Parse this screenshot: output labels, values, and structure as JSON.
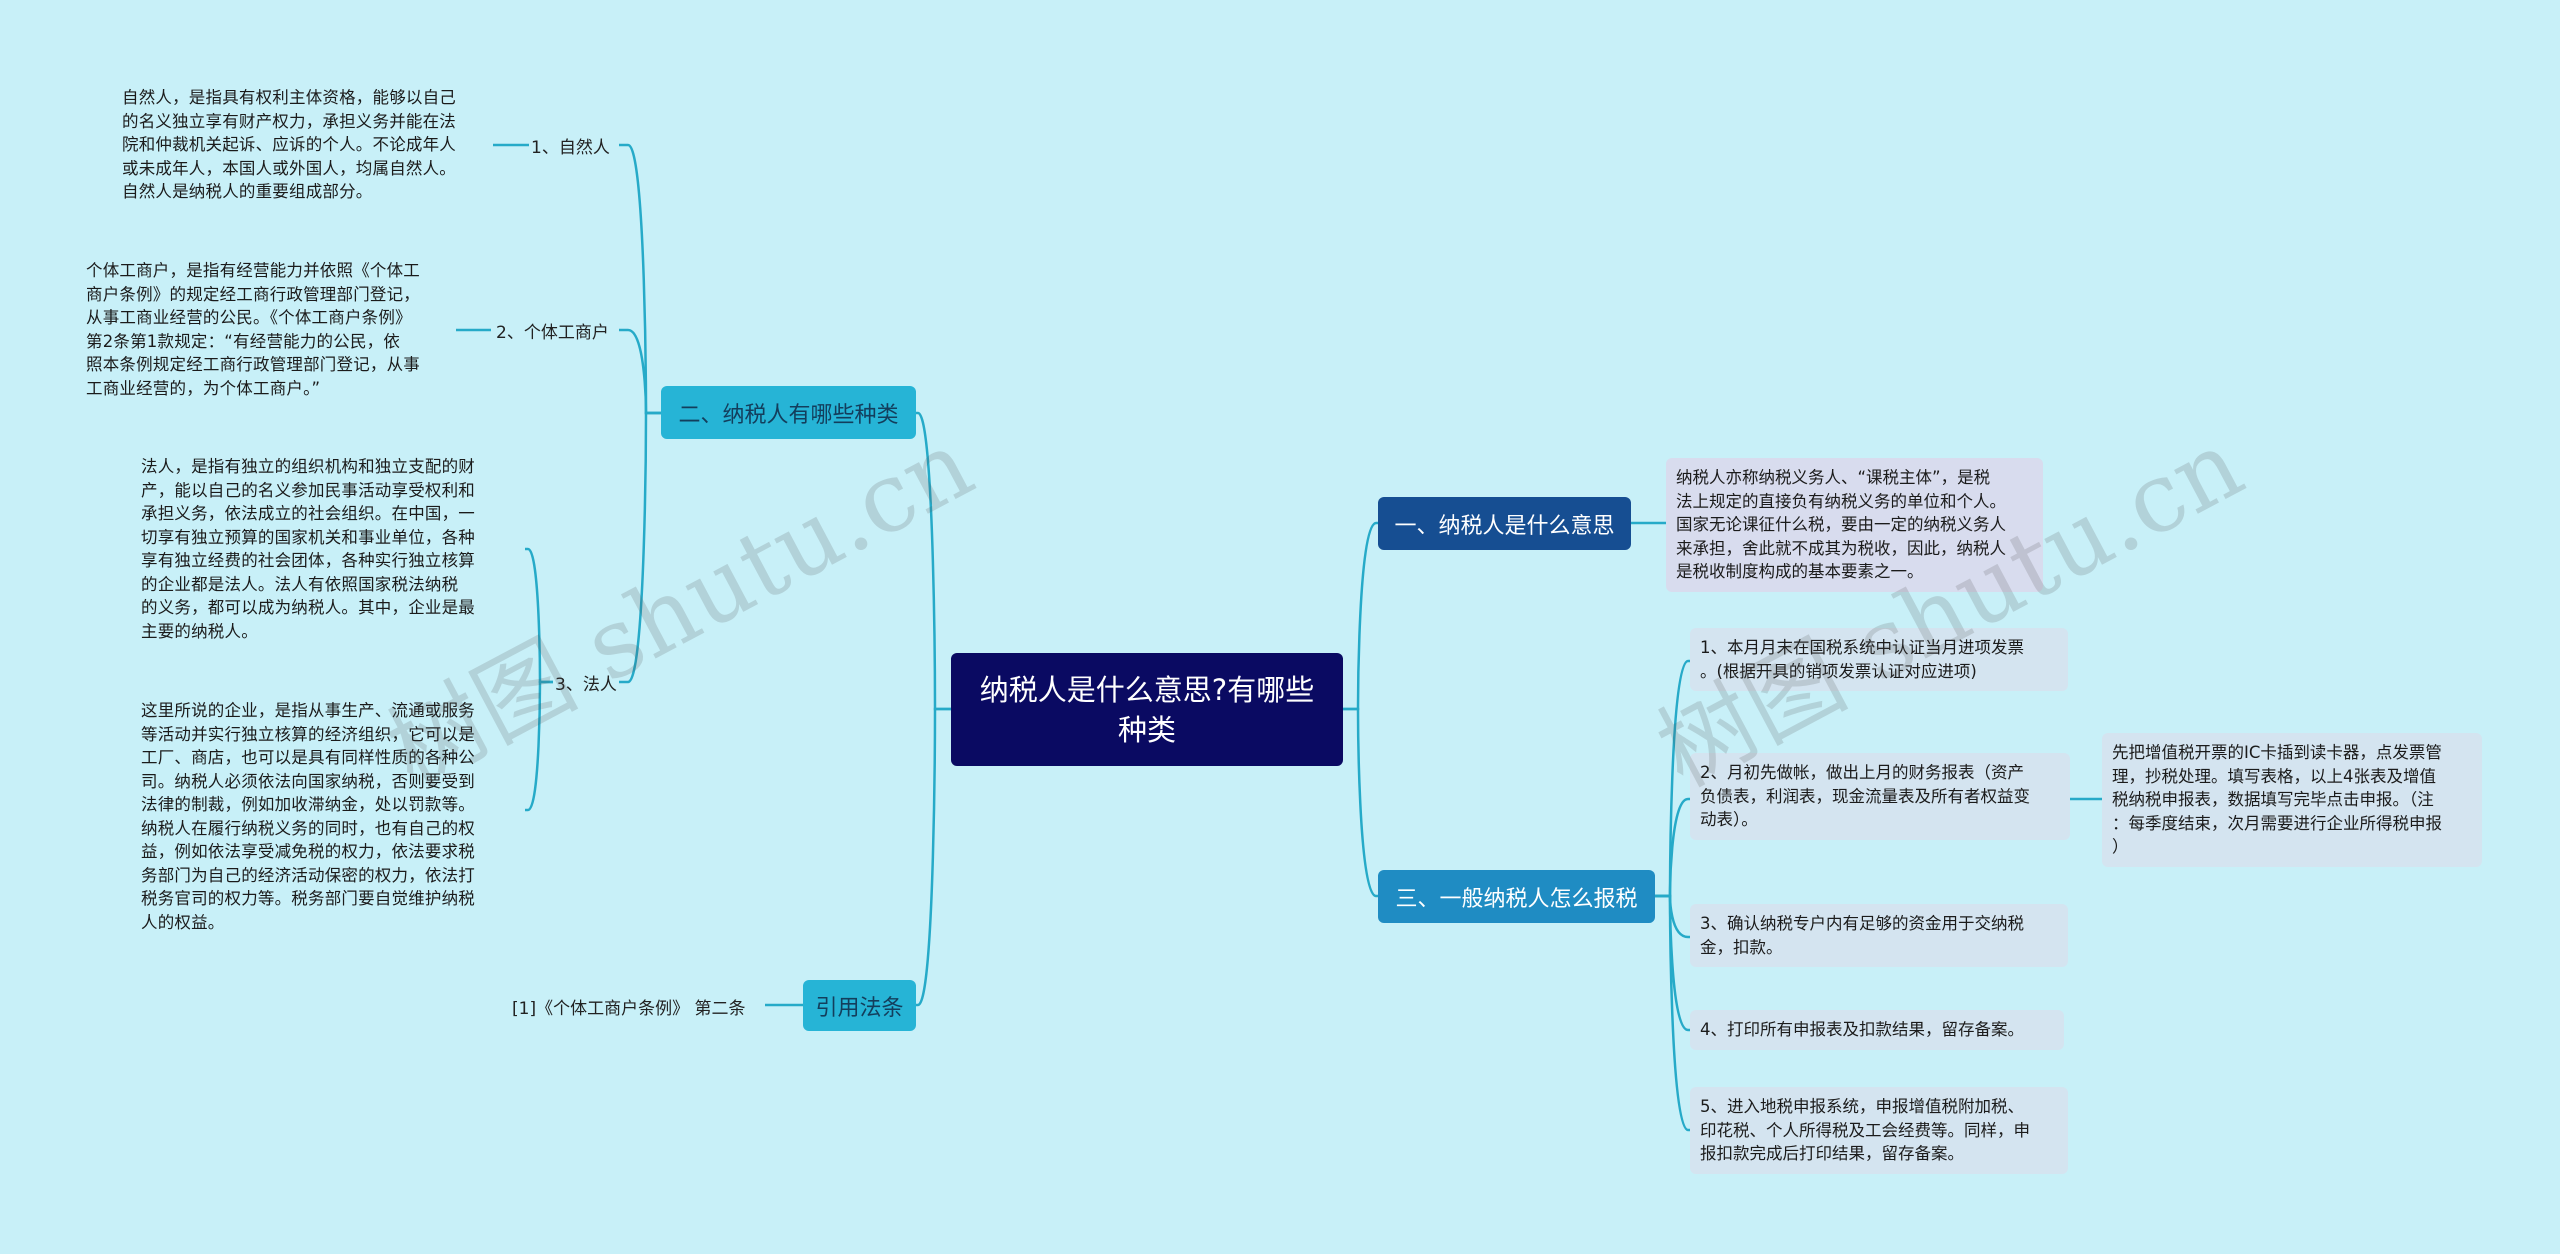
{
  "root": {
    "title": "纳税人是什么意思?有哪些种类"
  },
  "branches": {
    "types": {
      "label": "二、纳税人有哪些种类",
      "children": [
        {
          "label": "1、自然人",
          "text": "自然人，是指具有权利主体资格，能够以自己\n的名义独立享有财产权力，承担义务并能在法\n院和仲裁机关起诉、应诉的个人。不论成年人\n或未成年人，本国人或外国人，均属自然人。\n自然人是纳税人的重要组成部分。"
        },
        {
          "label": "2、个体工商户",
          "text": "个体工商户，是指有经营能力并依照《个体工\n商户条例》的规定经工商行政管理部门登记，\n从事工商业经营的公民。《个体工商户条例》\n第2条第1款规定：“有经营能力的公民，依\n照本条例规定经工商行政管理部门登记，从事\n工商业经营的，为个体工商户。”"
        },
        {
          "label": "3、法人",
          "text_a": "法人，是指有独立的组织机构和独立支配的财\n产，能以自己的名义参加民事活动享受权利和\n承担义务，依法成立的社会组织。在中国，一\n切享有独立预算的国家机关和事业单位，各种\n享有独立经费的社会团体，各种实行独立核算\n的企业都是法人。法人有依照国家税法纳税\n的义务，都可以成为纳税人。其中，企业是最\n主要的纳税人。",
          "text_b": "这里所说的企业，是指从事生产、流通或服务\n等活动并实行独立核算的经济组织，它可以是\n工厂、商店，也可以是具有同样性质的各种公\n司。纳税人必须依法向国家纳税，否则要受到\n法律的制裁，例如加收滞纳金，处以罚款等。\n纳税人在履行纳税义务的同时，也有自己的权\n益，例如依法享受减免税的权力，依法要求税\n务部门为自己的经济活动保密的权力，依法打\n税务官司的权力等。税务部门要自觉维护纳税\n人的权益。"
        }
      ]
    },
    "citation": {
      "label": "引用法条",
      "child": "[1]《个体工商户条例》 第二条"
    },
    "meaning": {
      "label": "一、纳税人是什么意思",
      "text": "纳税人亦称纳税义务人、“课税主体”，是税\n法上规定的直接负有纳税义务的单位和个人。\n国家无论课征什么税，要由一定的纳税义务人\n来承担，舍此就不成其为税收，因此，纳税人\n是税收制度构成的基本要素之一。"
    },
    "filing": {
      "label": "三、一般纳税人怎么报税",
      "steps": [
        "1、本月月末在国税系统中认证当月进项发票\n。(根据开具的销项发票认证对应进项)",
        "2、月初先做帐，做出上月的财务报表（资产\n负债表，利润表，现金流量表及所有者权益变\n动表）。",
        "3、确认纳税专户内有足够的资金用于交纳税\n金，扣款。",
        "4、打印所有申报表及扣款结果，留存备案。",
        "5、进入地税申报系统，申报增值税附加税、\n印花税、个人所得税及工会经费等。同样，申\n报扣款完成后打印结果，留存备案。"
      ],
      "step2_detail": "先把增值税开票的IC卡插到读卡器，点发票管\n理，抄税处理。填写表格，以上4张表及增值\n税纳税申报表，数据填写完毕点击申报。（注\n：每季度结束，次月需要进行企业所得税申报\n）"
    }
  },
  "watermarks": [
    "树图 shutu.cn",
    "树图 shutu.cn"
  ],
  "colors": {
    "background": "#c8f0f8",
    "root": "#0a0a62",
    "branch_dark": "#164e92",
    "branch_mid": "#1f8cc3",
    "branch_light": "#26b4d6",
    "connector": "#26aac8"
  }
}
